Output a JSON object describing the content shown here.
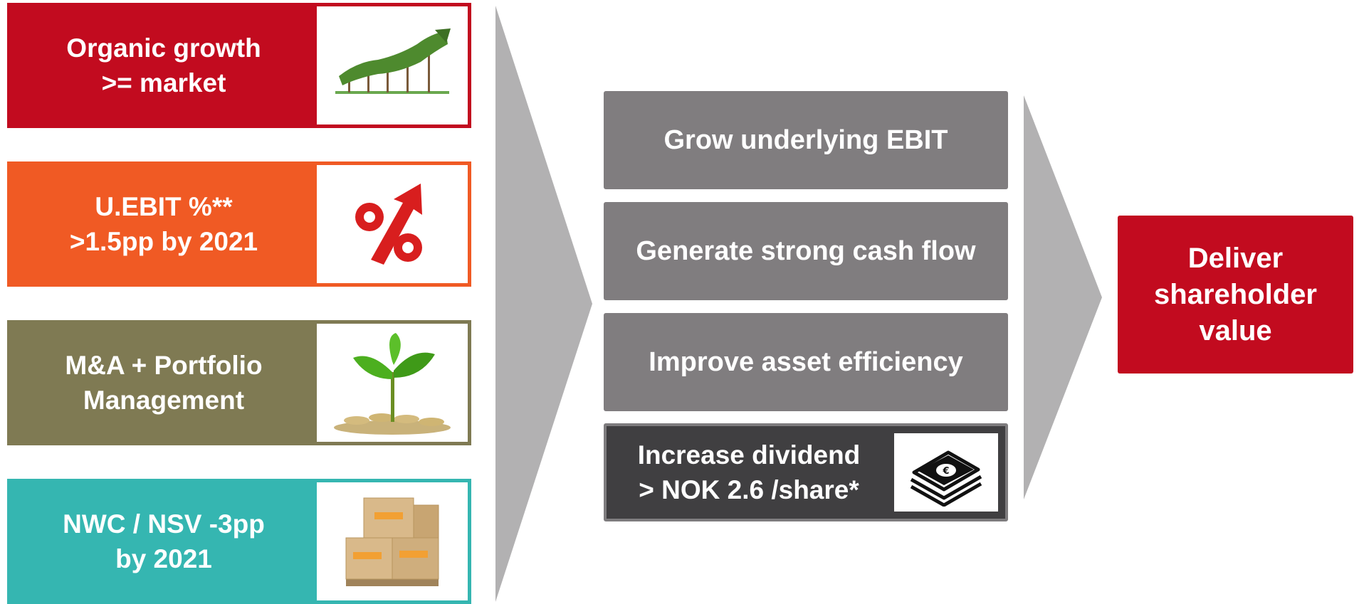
{
  "levers": [
    {
      "label": "Organic growth\n>= market",
      "color": "#c20b1f",
      "icon": "growing-trees-icon"
    },
    {
      "label": "U.EBIT %**\n>1.5pp by 2021",
      "color": "#f05a24",
      "icon": "percent-arrow-icon"
    },
    {
      "label": "M&A + Portfolio\nManagement",
      "color": "#7f7a53",
      "icon": "plant-coins-icon"
    },
    {
      "label": "NWC / NSV -3pp\nby 2021",
      "color": "#35b6b1",
      "icon": "boxes-pallet-icon"
    }
  ],
  "goals": [
    {
      "label": "Grow underlying EBIT"
    },
    {
      "label": "Generate strong cash flow"
    },
    {
      "label": "Improve asset efficiency"
    },
    {
      "label": "Increase dividend\n> NOK 2.6 /share*",
      "icon": "money-stack-icon"
    }
  ],
  "outcome": {
    "label": "Deliver\nshareholder\nvalue",
    "color": "#c20b1f"
  },
  "arrow_color": "#b2b1b2"
}
